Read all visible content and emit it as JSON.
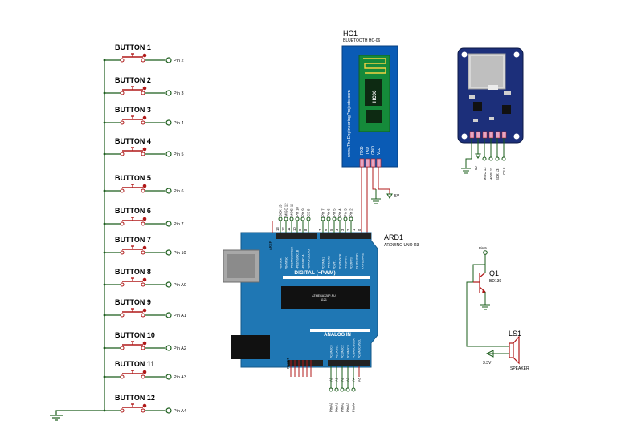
{
  "buttons": [
    {
      "label": "BUTTON 1",
      "pin": "Pin 2"
    },
    {
      "label": "BUTTON 2",
      "pin": "Pin 3"
    },
    {
      "label": "BUTTON 3",
      "pin": "Pin 4"
    },
    {
      "label": "BUTTON 4",
      "pin": "Pin 5"
    },
    {
      "label": "BUTTON 5",
      "pin": "Pin 6"
    },
    {
      "label": "BUTTON 6",
      "pin": "Pin 7"
    },
    {
      "label": "BUTTON 7",
      "pin": "Pin 10"
    },
    {
      "label": "BUTTON 8",
      "pin": "Pin A0"
    },
    {
      "label": "BUTTON 9",
      "pin": "Pin A1"
    },
    {
      "label": "BUTTON 10",
      "pin": "Pin A2"
    },
    {
      "label": "BUTTON 11",
      "pin": "Pin A3"
    },
    {
      "label": "BUTTON 12",
      "pin": "Pin A4"
    }
  ],
  "bluetooth": {
    "ref": "HC1",
    "name": "BLUETOOTH HC-06",
    "website": "www.TheEngineeringProjects.com",
    "chip": "HC06",
    "pins": [
      "RXD",
      "TXD",
      "GND",
      "Vcc"
    ],
    "supply": "5V"
  },
  "sd_module": {
    "supply": "5V",
    "pins": [
      "MISO 12",
      "MOSI 11",
      "SCK 13",
      "CS 8"
    ]
  },
  "arduino": {
    "ref": "ARD1",
    "name": "ARDUINO UNO R3",
    "digital_label": "DIGITAL (~PWM)",
    "analog_label": "ANALOG IN",
    "aref": "AREF",
    "top_left_pins": [
      "SCK 13",
      "MISO 12",
      "MOSI 11",
      "Pin 10",
      "Pin 9",
      "CS 8"
    ],
    "top_left_numbers": [
      "13",
      "12",
      "11",
      "10",
      "9",
      "8"
    ],
    "top_right_pins": [
      "Pin 7",
      "Pin 6",
      "Pin 5",
      "Pin 4",
      "Pin 3",
      "Pin 2"
    ],
    "top_right_numbers": [
      "7",
      "6",
      "5",
      "4",
      "3",
      "2",
      "1",
      "0"
    ],
    "top_left_inner": [
      "PB5/SCK",
      "PB4/MISO",
      "~PB3/MOSI/OC2A",
      "~PB2/SS/OC1B",
      "~PB1/OC1A",
      "PB0/ICP1/CLKO"
    ],
    "top_right_inner": [
      "PD7/AIN1",
      "~PD6/AIN0",
      "PD5/T1",
      "PD4/T0/XCK",
      "~PD3/INT1",
      "PD2/INT0",
      "TX PD1/TXD",
      "RX PD0/RXD"
    ],
    "analog_inner": [
      "PC0/ADC0",
      "PC1/ADC1",
      "PC2/ADC2",
      "PC3/ADC3",
      "PC4/ADC4/SDA",
      "PC5/ADC5/SCL"
    ],
    "analog_numbers": [
      "A0",
      "A1",
      "A2",
      "A3",
      "A4",
      "A5"
    ],
    "analog_pins": [
      "Pin A0",
      "Pin A1",
      "Pin A2",
      "Pin A3",
      "Pin A4"
    ],
    "chip_text": "ATMEGA328P-PU",
    "chip_sub": "1121",
    "reset_label": "RESET"
  },
  "transistor": {
    "ref": "Q1",
    "name": "BD139",
    "pin": "Pin 9"
  },
  "speaker": {
    "ref": "LS1",
    "name": "SPEAKER",
    "supply": "3.3V"
  },
  "colors": {
    "arduino_blue": "#1f77b4",
    "bt_blue": "#0a5bb5",
    "bt_green": "#158a3a",
    "sd_blue": "#1c2f7a",
    "wire": "#1a5c1a",
    "red": "#b01818"
  }
}
